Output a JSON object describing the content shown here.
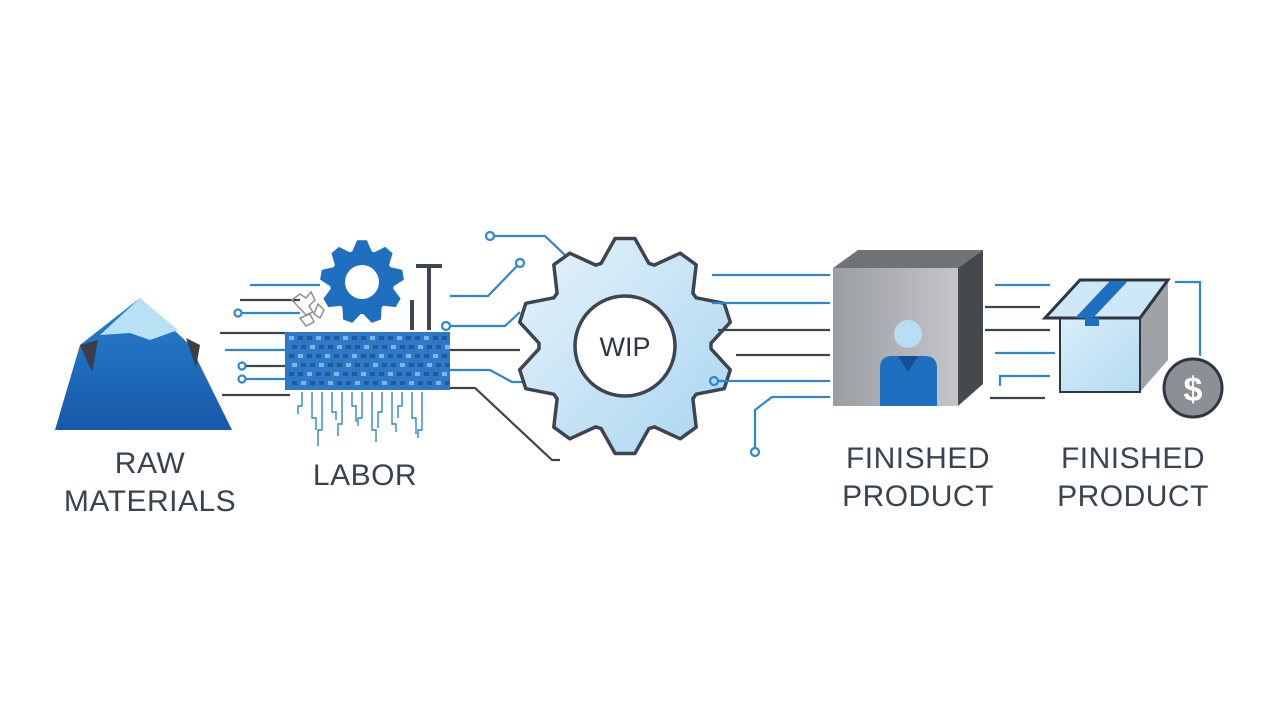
{
  "colors": {
    "primary_blue": "#1f6fc0",
    "dark_blue": "#1a5aa6",
    "light_blue": "#d6ebf8",
    "pale_blue": "#b9def3",
    "circuit_gray": "#3d4550",
    "circuit_blue": "#2c86d2",
    "box_gray": "#8c8f94",
    "text": "#3a4350"
  },
  "nodes": [
    {
      "id": "raw-materials",
      "icon": "mountain-icon",
      "lines": [
        "RAW",
        "MATERIALS"
      ]
    },
    {
      "id": "labor",
      "icon": "gear-circuit-icon",
      "lines": [
        "LABOR"
      ]
    },
    {
      "id": "wip",
      "icon": "gear-icon",
      "center_text": "WIP"
    },
    {
      "id": "finished-product-1",
      "icon": "cube-person-icon",
      "lines": [
        "FINISHED",
        "PRODUCT"
      ]
    },
    {
      "id": "finished-product-2",
      "icon": "box-dollar-icon",
      "badge": "$",
      "lines": [
        "FINISHED",
        "PRODUCT"
      ]
    }
  ]
}
